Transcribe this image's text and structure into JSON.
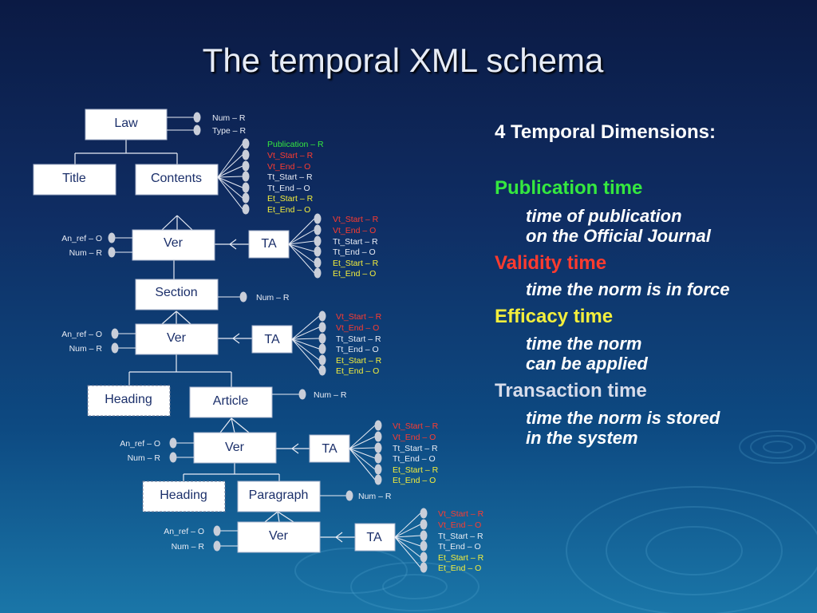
{
  "title": "The temporal XML schema",
  "colors": {
    "background_top": "#0b1a44",
    "background_bottom": "#1a76a8",
    "attr_white": "#e8ecf5",
    "attr_red": "#ff3b2f",
    "attr_green": "#35e83f",
    "attr_yellow": "#f3ee3c",
    "publication_heading": "#35e83f",
    "validity_heading": "#ff3b2f",
    "efficacy_heading": "#f3ee3c",
    "transaction_heading": "#d7dcea"
  },
  "nodes": {
    "law": "Law",
    "title": "Title",
    "contents": "Contents",
    "ver1": "Ver",
    "ta1": "TA",
    "section": "Section",
    "ver2": "Ver",
    "ta2": "TA",
    "heading1": "Heading",
    "article": "Article",
    "ver3": "Ver",
    "ta3": "TA",
    "heading2": "Heading",
    "paragraph": "Paragraph",
    "ver4": "Ver",
    "ta4": "TA"
  },
  "attributes": {
    "law": [
      "Num  – R",
      "Type – R"
    ],
    "contents": [
      "Publication – R",
      "Vt_Start – R",
      "Vt_End – O",
      "Tt_Start – R",
      "Tt_End – O",
      "Et_Start – R",
      "Et_End – O"
    ],
    "ver": [
      "An_ref – O",
      "Num  – R"
    ],
    "ta": [
      "Vt_Start – R",
      "Vt_End – O",
      "Tt_Start – R",
      "Tt_End – O",
      "Et_Start – R",
      "Et_End – O"
    ],
    "section": "Num – R",
    "article": "Num – R",
    "paragraph": "Num – R"
  },
  "panel": {
    "header": "4 Temporal Dimensions:",
    "dimensions": [
      {
        "name": "Publication time",
        "color": "#35e83f",
        "lines": [
          "time of publication",
          "on the Official Journal"
        ]
      },
      {
        "name": "Validity time",
        "color": "#ff3b2f",
        "lines": [
          "time the norm is in force"
        ]
      },
      {
        "name": "Efficacy time",
        "color": "#f3ee3c",
        "lines": [
          "time the norm",
          "can be applied"
        ]
      },
      {
        "name": "Transaction time",
        "color": "#d7dcea",
        "lines": [
          "time the norm is stored",
          "in the system"
        ]
      }
    ]
  }
}
